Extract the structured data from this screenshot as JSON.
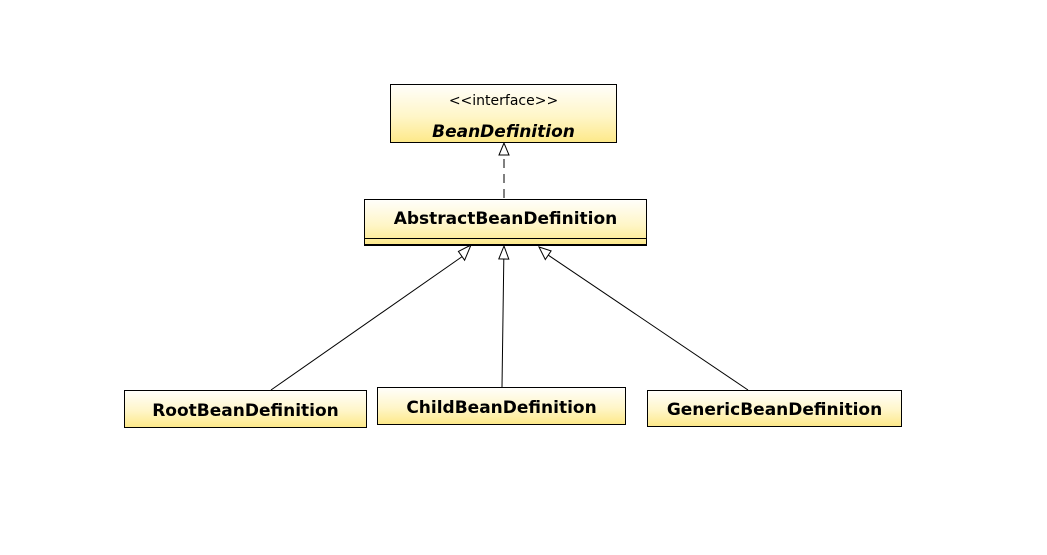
{
  "diagram": {
    "interface": {
      "stereotype": "<<interface>>",
      "name": "BeanDefinition"
    },
    "abstract_class": {
      "name": "AbstractBeanDefinition"
    },
    "subclasses": [
      {
        "name": "RootBeanDefinition"
      },
      {
        "name": "ChildBeanDefinition"
      },
      {
        "name": "GenericBeanDefinition"
      }
    ],
    "relations": [
      {
        "from": "AbstractBeanDefinition",
        "to": "BeanDefinition",
        "type": "realization"
      },
      {
        "from": "RootBeanDefinition",
        "to": "AbstractBeanDefinition",
        "type": "generalization"
      },
      {
        "from": "ChildBeanDefinition",
        "to": "AbstractBeanDefinition",
        "type": "generalization"
      },
      {
        "from": "GenericBeanDefinition",
        "to": "AbstractBeanDefinition",
        "type": "generalization"
      }
    ]
  },
  "colors": {
    "box_fill_top": "#fffefa",
    "box_fill_bottom": "#fde98a",
    "stroke": "#000000"
  }
}
